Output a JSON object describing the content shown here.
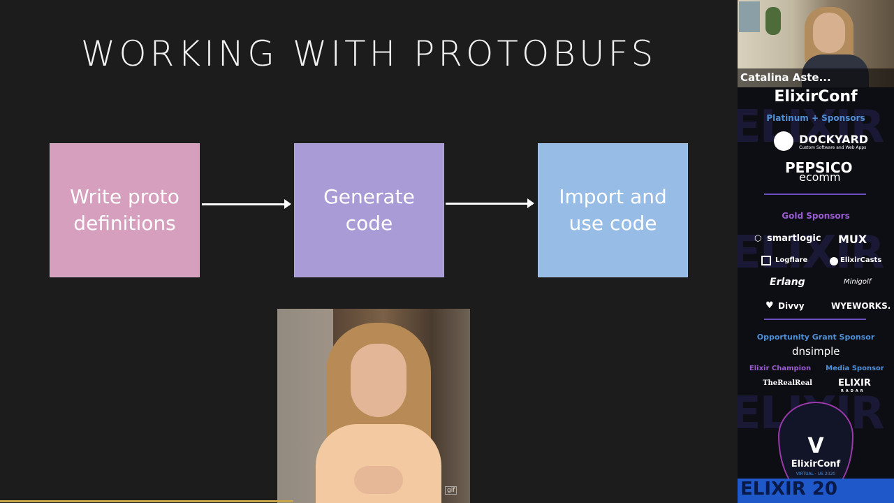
{
  "slide": {
    "title": "WORKING WITH PROTOBUFS",
    "steps": [
      "Write proto definitions",
      "Generate code",
      "Import and use code"
    ],
    "gif_tag": "gif"
  },
  "sidebar": {
    "presenter_name": "Catalina Aste...",
    "brand": "ElixirConf",
    "platinum_heading": "Platinum + Sponsors",
    "platinum": [
      "DOCKYARD",
      "Custom Software and Web Apps",
      "PEPSICO",
      "ecomm"
    ],
    "gold_heading": "Gold Sponsors",
    "gold": [
      "smartlogic",
      "MUX",
      "Logflare",
      "ElixirCasts",
      "Erlang",
      "Minigolf",
      "Divvy",
      "WYEWORKS."
    ],
    "opportunity_heading": "Opportunity Grant Sponsor",
    "opportunity": "dnsimple",
    "champion_heading": "Elixir Champion",
    "champion": "TheRealReal",
    "media_heading": "Media Sponsor",
    "media": [
      "ELIXIR",
      "RADAR"
    ],
    "event_mark": "V",
    "event_name": "ElixirConf",
    "event_sub": "VIRTUAL · US 2020",
    "bottom_text": "ELIXIR 20"
  },
  "colors": {
    "slide_bg": "#1c1c1c",
    "step1": "#d59fbd",
    "step2": "#a99bd6",
    "step3": "#97bde6",
    "accent_blue": "#4f8fd6",
    "accent_purple": "#9a5bd2"
  },
  "icons": [
    "arrow-right-icon",
    "dockyard-logo-icon",
    "smartlogic-logo-icon",
    "logflare-logo-icon",
    "elixircasts-logo-icon",
    "divvy-logo-icon",
    "elixirconf-drop-icon"
  ]
}
